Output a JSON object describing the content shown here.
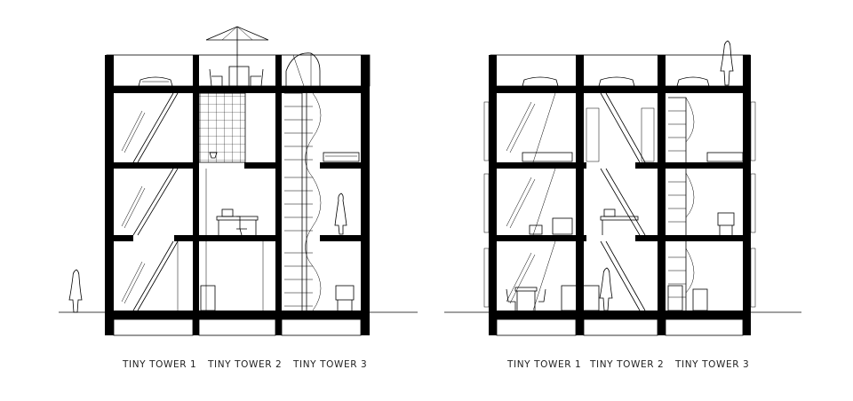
{
  "sections": [
    {
      "labels": [
        "TINY TOWER 1",
        "TINY TOWER 2",
        "TINY TOWER 3"
      ]
    },
    {
      "labels": [
        "TINY TOWER 1",
        "TINY TOWER 2",
        "TINY TOWER 3"
      ]
    }
  ],
  "colors": {
    "ink": "#000000",
    "background": "#ffffff"
  },
  "icons": [
    "person-figure-icon",
    "parasol-icon",
    "skylight-dome-icon",
    "staircase-icon",
    "chair-icon",
    "desk-icon",
    "bed-icon"
  ]
}
